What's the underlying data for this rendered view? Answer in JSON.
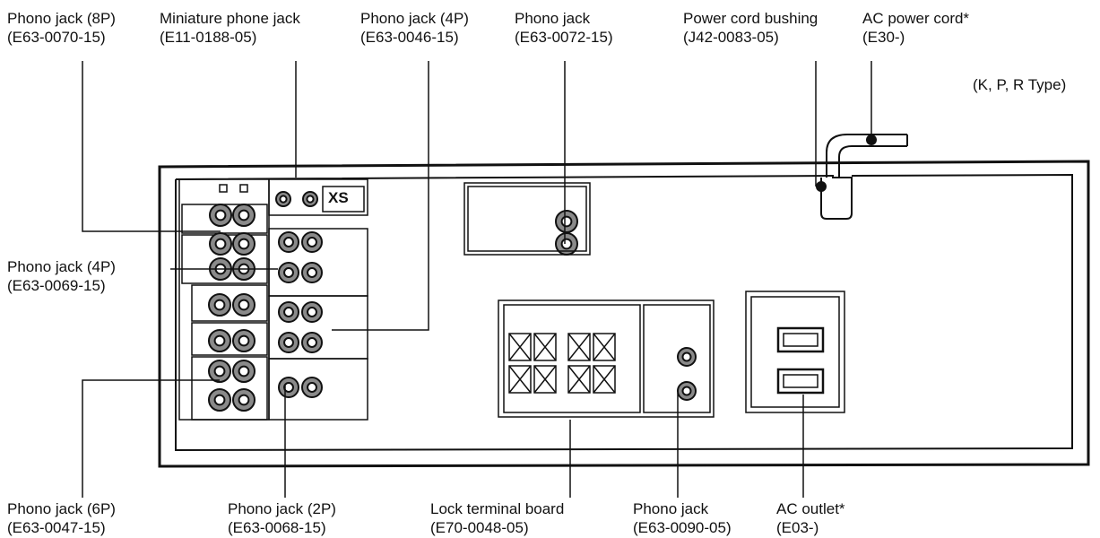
{
  "callouts": {
    "phono_8p": {
      "name": "Phono jack (8P)",
      "part": "(E63-0070-15)"
    },
    "mini_phone": {
      "name": "Miniature phone jack",
      "part": "(E11-0188-05)"
    },
    "phono_4p_top": {
      "name": "Phono jack (4P)",
      "part": "(E63-0046-15)"
    },
    "phono_0072": {
      "name": "Phono jack",
      "part": "(E63-0072-15)"
    },
    "bushing": {
      "name": "Power cord bushing",
      "part": "(J42-0083-05)"
    },
    "ac_cord": {
      "name": "AC power cord*",
      "part": "(E30-)"
    },
    "type_note": {
      "name": "(K, P, R Type)"
    },
    "phono_4p_left": {
      "name": "Phono jack (4P)",
      "part": "(E63-0069-15)"
    },
    "phono_6p": {
      "name": "Phono jack (6P)",
      "part": "(E63-0047-15)"
    },
    "phono_2p": {
      "name": "Phono jack (2P)",
      "part": "(E63-0068-15)"
    },
    "lock_board": {
      "name": "Lock terminal board",
      "part": "(E70-0048-05)"
    },
    "phono_0090": {
      "name": "Phono jack",
      "part": "(E63-0090-05)"
    },
    "ac_outlet": {
      "name": "AC outlet*",
      "part": "(E03-)"
    }
  },
  "panel_marks": {
    "xs_logo": "XS"
  },
  "colors": {
    "ink": "#111111",
    "panel_fill": "#ffffff",
    "jack_fill": "#8a8a8a"
  }
}
